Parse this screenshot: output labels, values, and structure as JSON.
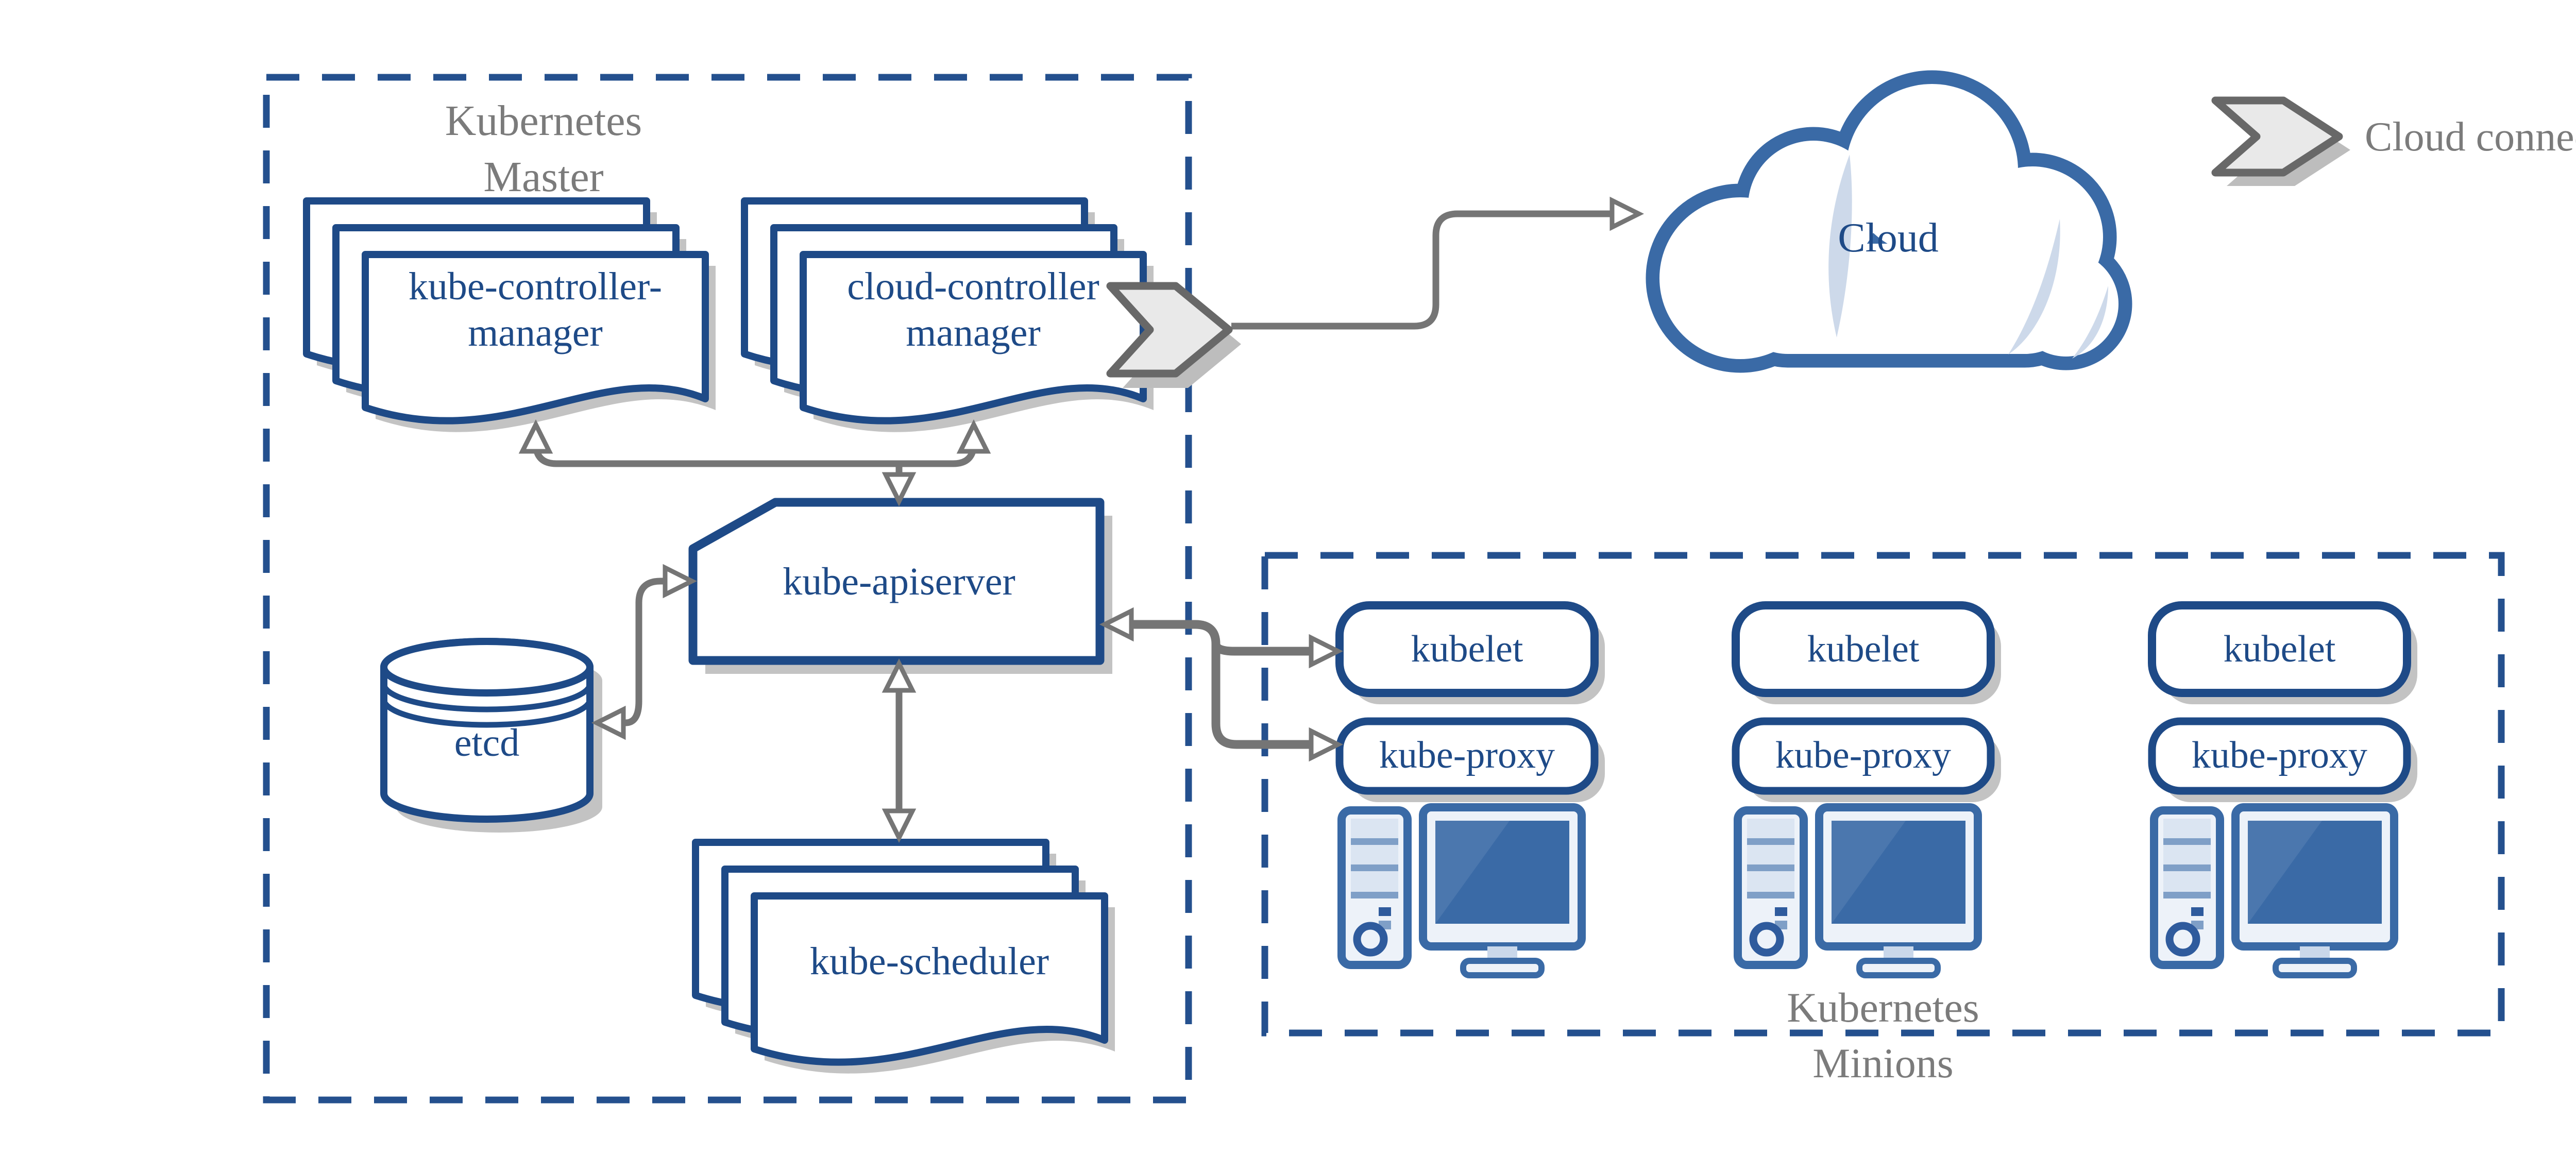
{
  "diagram": {
    "master": {
      "title": "Kubernetes\nMaster",
      "kube_controller_manager": "kube-controller-\nmanager",
      "cloud_controller_manager": "cloud-controller\nmanager",
      "kube_apiserver": "kube-apiserver",
      "etcd": "etcd",
      "kube_scheduler": "kube-scheduler"
    },
    "cloud": {
      "label": "Cloud"
    },
    "legend": {
      "cloud_connector": "Cloud connector"
    },
    "minions": {
      "title": "Kubernetes\nMinions",
      "nodes": [
        {
          "kubelet": "kubelet",
          "kube_proxy": "kube-proxy"
        },
        {
          "kubelet": "kubelet",
          "kube_proxy": "kube-proxy"
        },
        {
          "kubelet": "kubelet",
          "kube_proxy": "kube-proxy"
        }
      ]
    },
    "colors": {
      "navy_border": "#1e4a87",
      "dash_blue": "#24508e",
      "steel_blue": "#3a6aa6",
      "icon_fill": "#edf2f9",
      "crescent": "#cdd9ea",
      "arrow_gray": "#757575",
      "label_gray": "#7b7b7b",
      "chevron_fill": "#e9e9e9",
      "chevron_border": "#686868",
      "shadow": "#c3c3c3"
    }
  }
}
